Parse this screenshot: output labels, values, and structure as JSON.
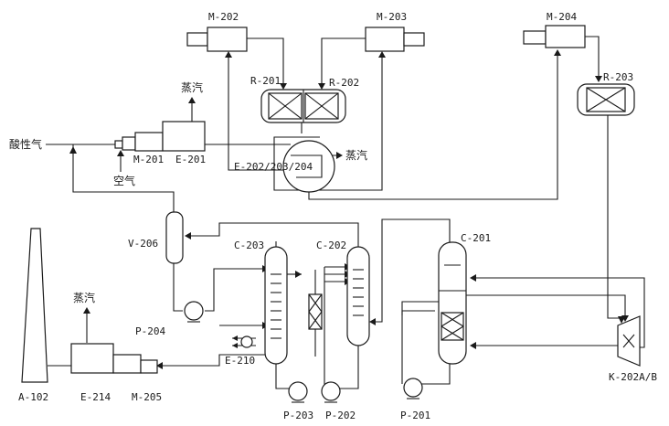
{
  "labels": {
    "m202": "M-202",
    "m203": "M-203",
    "m204": "M-204",
    "r201": "R-201",
    "r202": "R-202",
    "r203": "R-203",
    "steam_e201": "蒸汽",
    "acid_gas": "酸性气",
    "m201": "M-201",
    "e201": "E-201",
    "air": "空气",
    "e202_204": "E-202/203/204",
    "steam_e202": "蒸汽",
    "v206": "V-206",
    "c203": "C-203",
    "c202": "C-202",
    "c201": "C-201",
    "steam_e214": "蒸汽",
    "p204": "P-204",
    "e210": "E-210",
    "a102": "A-102",
    "e214": "E-214",
    "m205": "M-205",
    "p203": "P-203",
    "p202": "P-202",
    "p201": "P-201",
    "k202": "K-202A/B"
  },
  "colors": {
    "line": "#1a1a1a",
    "background": "#ffffff"
  }
}
